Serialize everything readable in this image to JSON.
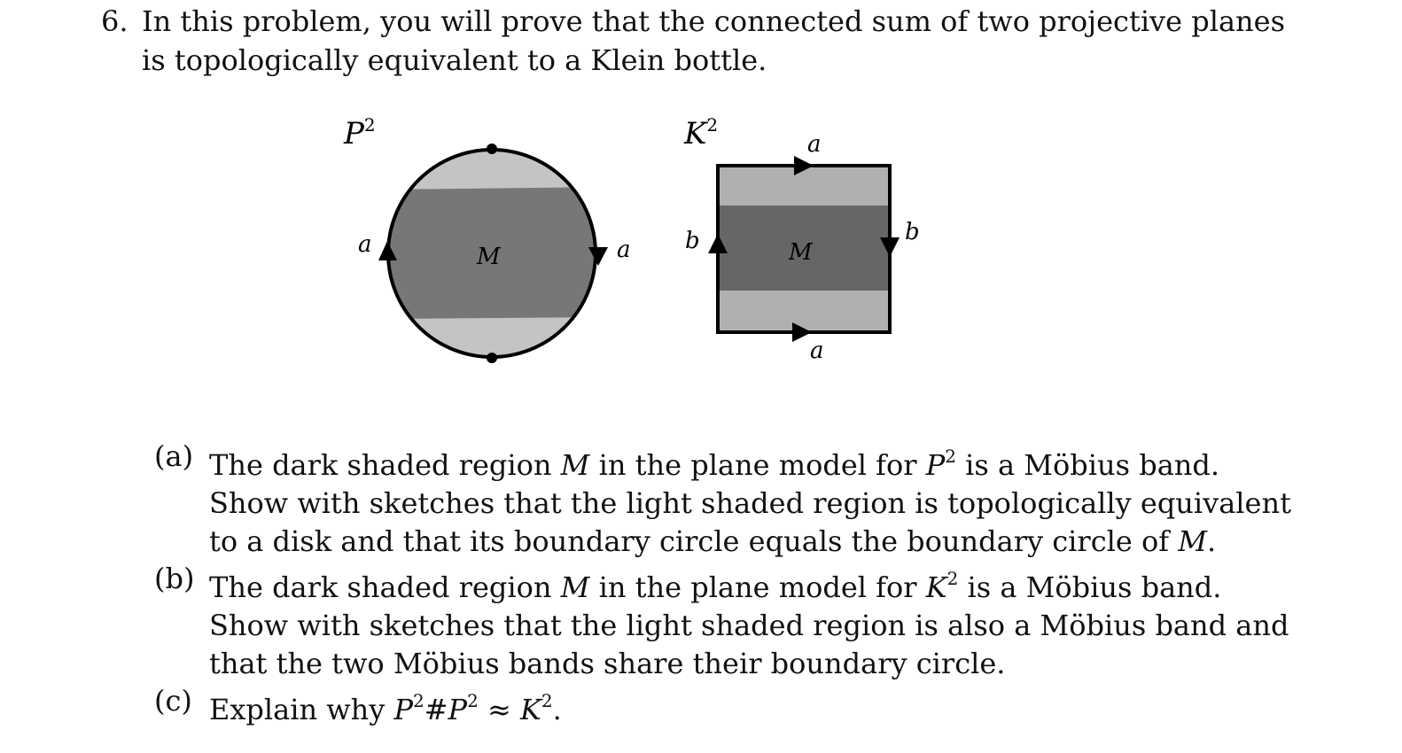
{
  "problem": {
    "number": "6.",
    "lines": [
      "In this problem, you will prove that the connected sum of two projective planes",
      "is topologically equivalent to a Klein bottle."
    ]
  },
  "figures": {
    "p2": {
      "title_base": "P",
      "title_exp": "2",
      "left_edge_label": "a",
      "right_edge_label": "a",
      "region_label": "M"
    },
    "k2": {
      "title_base": "K",
      "title_exp": "2",
      "top_edge_label": "a",
      "bottom_edge_label": "a",
      "left_edge_label": "b",
      "right_edge_label": "b",
      "region_label": "M"
    },
    "colors": {
      "light_shade": "#c4c4c4",
      "dark_shade": "#777777",
      "light_shade_square": "#b0b0b0",
      "dark_shade_square": "#666666",
      "stroke": "#000000"
    }
  },
  "parts": [
    {
      "marker": "(a)",
      "line1_pre": "The dark shaded region ",
      "line1_var": "M",
      "line1_mid": " in the plane model for ",
      "line1_sp": "P",
      "line1_sp_exp": "2",
      "line1_post": " is a Möbius band.",
      "line2": "Show with sketches that the light shaded region is topologically equivalent",
      "line3_pre": "to a disk and that its boundary circle equals the boundary circle of ",
      "line3_var": "M",
      "line3_post": "."
    },
    {
      "marker": "(b)",
      "line1_pre": "The dark shaded region ",
      "line1_var": "M",
      "line1_mid": " in the plane model for ",
      "line1_sp": "K",
      "line1_sp_exp": "2",
      "line1_post": " is a Möbius band.",
      "line2": "Show with sketches that the light shaded region is also a Möbius band and",
      "line3": "that the two Möbius bands share their boundary circle."
    },
    {
      "marker": "(c)",
      "pre": "Explain why ",
      "a_base": "P",
      "a_exp": "2",
      "op": "#",
      "b_base": "P",
      "b_exp": "2",
      "rel": " ≈ ",
      "c_base": "K",
      "c_exp": "2",
      "post": "."
    }
  ]
}
